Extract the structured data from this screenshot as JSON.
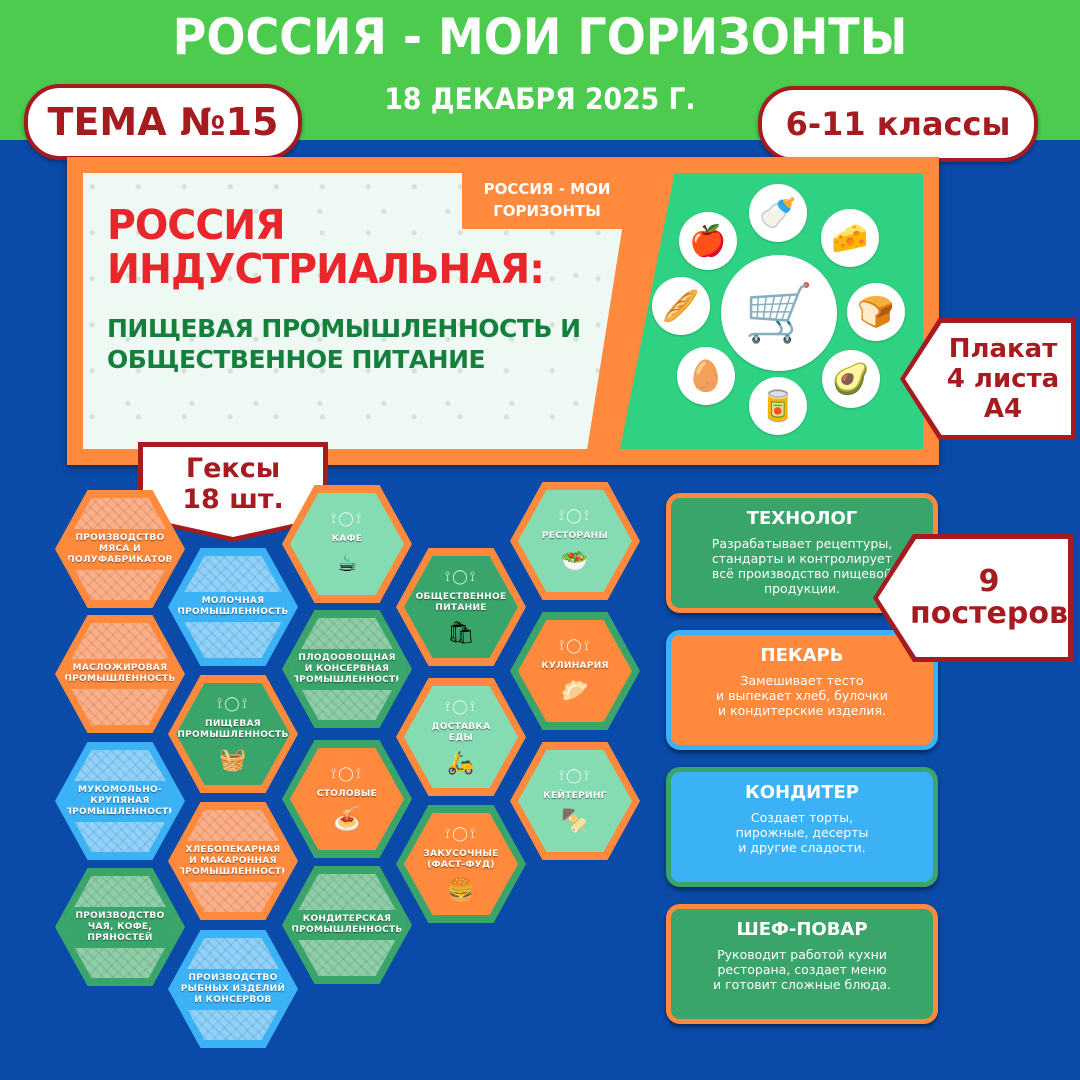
{
  "header": {
    "title": "РОССИЯ - МОИ ГОРИЗОНТЫ",
    "date": "18 ДЕКАБРЯ 2025 Г.",
    "theme_badge": "ТЕМА №15",
    "grades_badge": "6-11 классы"
  },
  "banner": {
    "tag": "РОССИЯ - МОИ ГОРИЗОНТЫ",
    "title": "РОССИЯ ИНДУСТРИАЛЬНАЯ:",
    "subtitle": "ПИЩЕВАЯ ПРОМЫШЛЕННОСТЬ И ОБЩЕСТВЕННОЕ ПИТАНИЕ",
    "food_icons": [
      "bottle-icon",
      "cheese-pack-icon",
      "bread-icon",
      "avocado-icon",
      "canned-food-icon",
      "eggs-icon",
      "baguette-bag-icon",
      "apple-icon",
      "shopping-cart-icon"
    ]
  },
  "callouts": {
    "poster": {
      "line1": "Плакат",
      "line2": "4 листа",
      "line3": "А4"
    },
    "hexes": {
      "line1": "Гексы",
      "line2": "18 шт."
    },
    "posters": {
      "line1": "9",
      "line2": "постеров"
    }
  },
  "hexes": [
    {
      "label": "ПРОИЗВОДСТВО\nМЯСА И\nПОЛУФАБРИКАТОВ",
      "color": "#ff8a3d"
    },
    {
      "label": "МОЛОЧНАЯ\nПРОМЫШЛЕННОСТЬ",
      "color": "#3bb2f6"
    },
    {
      "label": "КАФЕ",
      "color": "#86dcb2",
      "icon": "☕"
    },
    {
      "label": "ОБЩЕСТВЕННОЕ\nПИТАНИЕ",
      "color": "#3aa56b",
      "icon": "🛍"
    },
    {
      "label": "РЕСТОРАНЫ",
      "color": "#86dcb2",
      "icon": "🥗"
    },
    {
      "label": "МАСЛОЖИРОВАЯ\nПРОМЫШЛЕННОСТЬ",
      "color": "#ff8a3d"
    },
    {
      "label": "ПЛОДООВОЩНАЯ\nИ КОНСЕРВНАЯ\nПРОМЫШЛЕННОСТЬ",
      "color": "#3aa56b"
    },
    {
      "label": "КУЛИНАРИЯ",
      "color": "#ff8a3d",
      "icon": "🥟"
    },
    {
      "label": "ПИЩЕВАЯ\nПРОМЫШЛЕННОСТЬ",
      "color": "#3aa56b",
      "icon": "🧺"
    },
    {
      "label": "ДОСТАВКА\nЕДЫ",
      "color": "#86dcb2",
      "icon": "🛵"
    },
    {
      "label": "МУКОМОЛЬНО-\nКРУПЯНАЯ\nПРОМЫШЛЕННОСТЬ",
      "color": "#3bb2f6"
    },
    {
      "label": "СТОЛОВЫЕ",
      "color": "#ff8a3d",
      "icon": "🍝"
    },
    {
      "label": "КЕЙТЕРИНГ",
      "color": "#86dcb2",
      "icon": "🍢"
    },
    {
      "label": "ХЛЕБОПЕКАРНАЯ\nИ МАКАРОННАЯ\nПРОМЫШЛЕННОСТЬ",
      "color": "#ff8a3d"
    },
    {
      "label": "ЗАКУСОЧНЫЕ\n(ФАСТ-ФУД)",
      "color": "#ff8a3d",
      "icon": "🍔"
    },
    {
      "label": "ПРОИЗВОДСТВО\nЧАЯ, КОФЕ,\nПРЯНОСТЕЙ",
      "color": "#3aa56b"
    },
    {
      "label": "КОНДИТЕРСКАЯ\nПРОМЫШЛЕННОСТЬ",
      "color": "#3aa56b"
    },
    {
      "label": "ПРОИЗВОДСТВО\nРЫБНЫХ ИЗДЕЛИЙ\nИ КОНСЕРВОВ",
      "color": "#3bb2f6"
    }
  ],
  "posters": [
    {
      "title": "ТЕХНОЛОГ",
      "desc": "Разрабатывает рецептуры,\nстандарты и контролирует\nвсё производство пищевой\nпродукции.",
      "bg": "#3aa56b",
      "border": "#ff8a3d"
    },
    {
      "title": "ПЕКАРЬ",
      "desc": "Замешивает тесто\nи выпекает хлеб, булочки\nи кондитерские изделия.",
      "bg": "#ff8a3d",
      "border": "#3bb2f6"
    },
    {
      "title": "КОНДИТЕР",
      "desc": "Создает торты,\nпирожные, десерты\nи другие сладости.",
      "bg": "#3bb2f6",
      "border": "#3aa56b"
    },
    {
      "title": "ШЕФ-ПОВАР",
      "desc": "Руководит работой кухни\nресторана, создает меню\nи готовит сложные блюда.",
      "bg": "#3aa56b",
      "border": "#ff8a3d"
    }
  ],
  "colors": {
    "green_header": "#4ccb4e",
    "blue_bg": "#0a4aa8",
    "orange": "#ff8a3d",
    "dark_red": "#a61b1f",
    "title_red": "#e8262b",
    "title_green": "#15803d"
  }
}
